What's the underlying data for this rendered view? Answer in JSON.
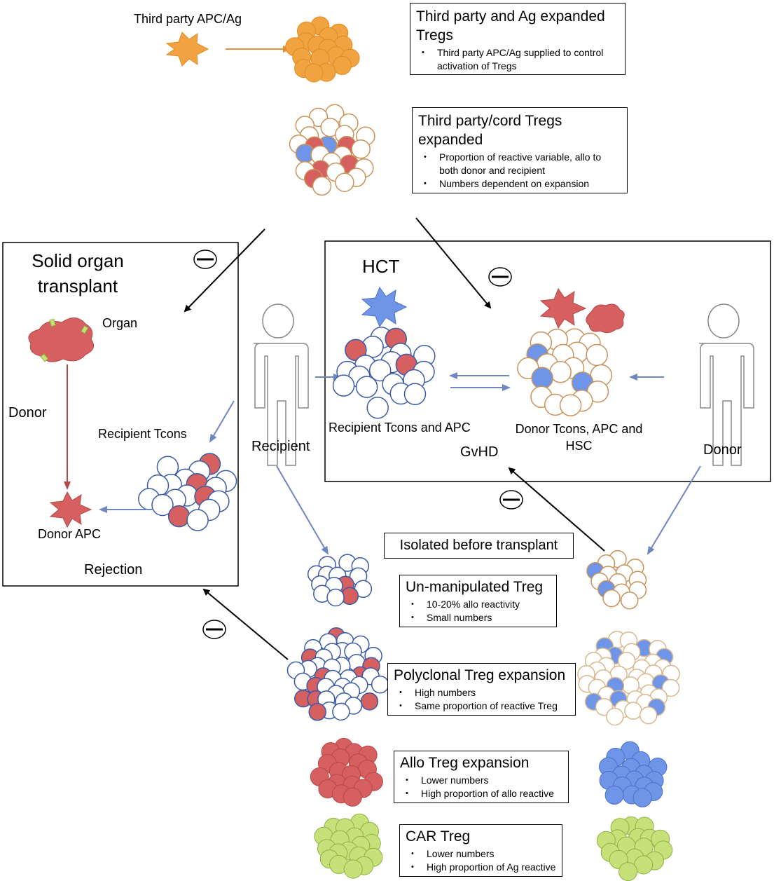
{
  "top": {
    "third_party_label": "Third party APC/Ag",
    "box1": {
      "title": "Third party and Ag expanded Tregs",
      "bullets": [
        "Third party APC/Ag supplied to control activation of Tregs"
      ]
    },
    "box2": {
      "title": "Third party/cord Tregs expanded",
      "bullets": [
        "Proportion of reactive variable, allo to both donor and recipient",
        "Numbers dependent on expansion"
      ]
    }
  },
  "solid_organ": {
    "title": "Solid organ transplant",
    "organ": "Organ",
    "donor": "Donor",
    "recipient_tcons": "Recipient Tcons",
    "donor_apc": "Donor APC",
    "rejection": "Rejection"
  },
  "hct": {
    "title": "HCT",
    "recipient_tcons_apc": "Recipient Tcons and APC",
    "donor_tcons": "Donor Tcons, APC and HSC",
    "gvhd": "GvHD"
  },
  "people": {
    "recipient": "Recipient",
    "donor": "Donor"
  },
  "isolated": "Isolated before transplant",
  "boxes": {
    "unmanipulated": {
      "title": "Un-manipulated Treg",
      "bullets": [
        "10-20% allo reactivity",
        "Small numbers"
      ]
    },
    "polyclonal": {
      "title": "Polyclonal Treg expansion",
      "bullets": [
        "High numbers",
        "Same proportion of reactive Treg"
      ]
    },
    "allo": {
      "title": "Allo Treg expansion",
      "bullets": [
        "Lower numbers",
        "High proportion of allo reactive"
      ]
    },
    "car": {
      "title": "CAR Treg",
      "bullets": [
        "Lower numbers",
        "High proportion of Ag reactive"
      ]
    }
  },
  "colors": {
    "red": "#d65f5f",
    "red_stroke": "#b54848",
    "blue": "#6f95e8",
    "blue_stroke": "#4a6fc4",
    "orange": "#f2a341",
    "orange_stroke": "#e08a20",
    "green": "#c6e07a",
    "green_stroke": "#8fb33c",
    "tan_stroke": "#c9935b",
    "navy_stroke": "#3b5ba8",
    "arrow_blue": "#6f86c2",
    "arrow_red": "#b54848",
    "arrow_orange": "#e0923d"
  }
}
